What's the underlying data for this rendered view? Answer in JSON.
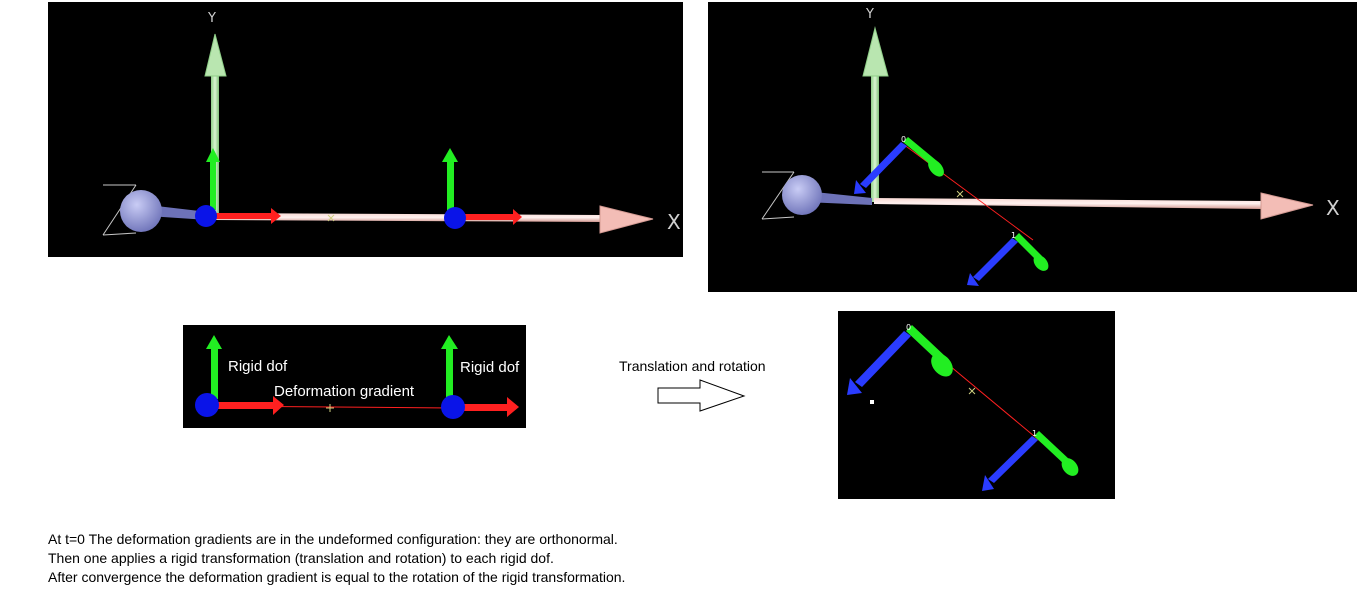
{
  "panels": {
    "top_left": {
      "axis_y": "Y",
      "axis_x": "X"
    },
    "top_right": {
      "axis_y": "Y",
      "axis_x": "X"
    },
    "bottom_left": {
      "label_rigid_dof_1": "Rigid dof",
      "label_rigid_dof_2": "Rigid dof",
      "label_deformation_gradient": "Deformation gradient"
    }
  },
  "transition": {
    "label": "Translation and rotation"
  },
  "caption": {
    "line1": "At t=0 The deformation gradients are in the undeformed configuration: they are orthonormal.",
    "line2": "Then one applies a rigid transformation (translation and rotation) to each rigid dof.",
    "line3": "After convergence the deformation gradient is equal to the rotation of the rigid transformation."
  },
  "colors": {
    "background": "#000000",
    "x_axis": "#f5c6c0",
    "y_axis": "#b9e6b0",
    "red_arrow": "#ff2020",
    "green_arrow": "#22ee22",
    "blue_arrow": "#2a3cff",
    "dof_node": "#0a14e8",
    "sphere": "#8f95d8"
  }
}
